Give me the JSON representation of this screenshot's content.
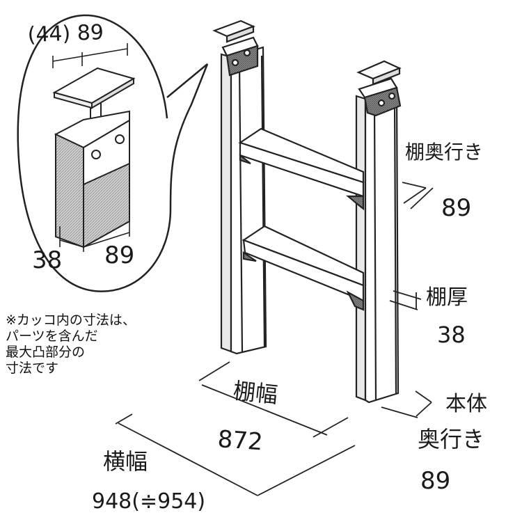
{
  "callout": {
    "top_dims": "(44) 89",
    "bottom_left": "38",
    "bottom_right": "89"
  },
  "labels": {
    "shelf_depth_label": "棚奥行き",
    "shelf_depth_value": "89",
    "shelf_thickness_label": "棚厚",
    "shelf_thickness_value": "38",
    "body_depth_label_line1": "本体",
    "body_depth_label_line2": "奥行き",
    "body_depth_value": "89",
    "shelf_width_label": "棚幅",
    "shelf_width_value": "872",
    "total_width_label": "横幅",
    "total_width_value": "948(≑954)"
  },
  "note": {
    "lines": [
      "※カッコ内の寸法は、",
      "パーツを含んだ",
      "最大凸部分の",
      "寸法です"
    ]
  }
}
